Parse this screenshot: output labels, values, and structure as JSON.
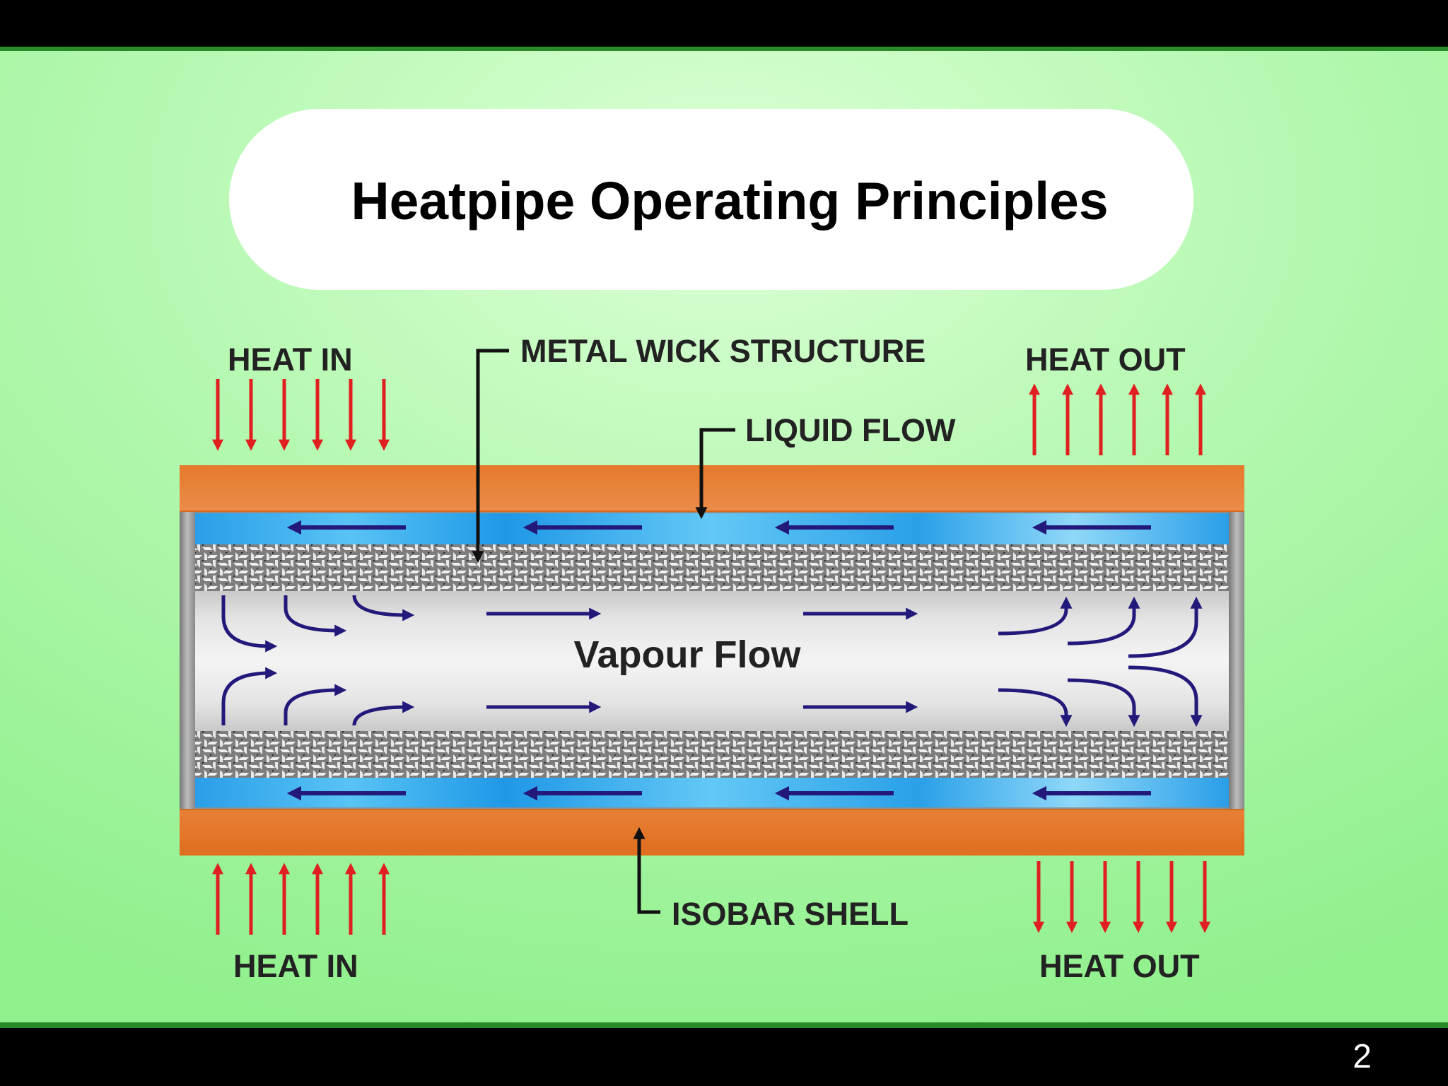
{
  "slide": {
    "title": "Heatpipe Operating Principles",
    "page_number": "2"
  },
  "diagram": {
    "heat_in_top": "HEAT IN",
    "heat_in_bottom": "HEAT IN",
    "heat_out_top": "HEAT OUT",
    "heat_out_bottom": "HEAT OUT",
    "wick_label": "METAL  WICK STRUCTURE",
    "liquid_label": "LIQUID FLOW",
    "shell_label": "ISOBAR SHELL",
    "vapour_label": "Vapour Flow"
  },
  "colors": {
    "background": "#9ef59e",
    "shell": "#f09a5e",
    "liquid": "#33aaf0",
    "flow_arrow": "#22197a",
    "heat_arrow": "#e02020",
    "wick": "#8a8a8a"
  }
}
